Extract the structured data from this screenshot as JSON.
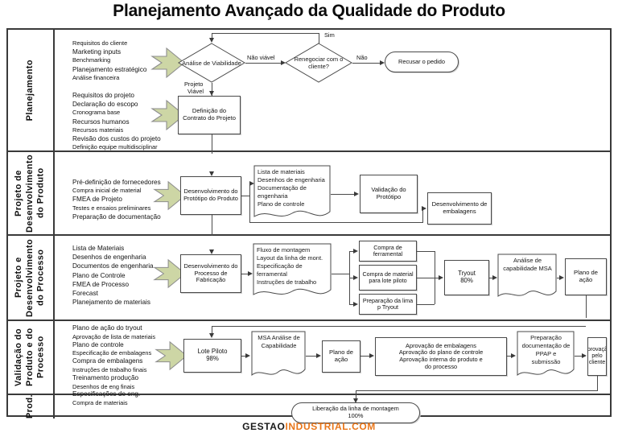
{
  "page": {
    "title": "Planejamento Avançado da Qualidade do Produto",
    "footer_logo_dark": "GESTAO",
    "footer_logo_accent": "INDUSTRIAL.COM",
    "accent_color": "#e8761a",
    "arrow_fill_color": "#cdd6a5",
    "frame_color": "#3a3a3a"
  },
  "lanes": [
    {
      "id": "planejamento",
      "label": "Planejamento"
    },
    {
      "id": "produto",
      "label": "Projeto de Desenvolvimento do Produto"
    },
    {
      "id": "processo",
      "label": "Projeto e Desenvolvimento do Processo"
    },
    {
      "id": "validacao",
      "label": "Validação do Produto e do Processo"
    },
    {
      "id": "producao",
      "label": "Prod."
    }
  ],
  "lane1": {
    "inputs_a": [
      "Requisitos do cliente",
      "Marketing inputs",
      "Benchmarking",
      "Planejamento estratégico",
      "Análise financeira"
    ],
    "inputs_b": [
      "Requisitos do projeto",
      "Declaração do escopo",
      "Cronograma base",
      "Recursos humanos",
      "Recursos materiais",
      "Revisão dos custos do projeto",
      "Definição equipe multidisciplinar"
    ],
    "decision_viabilidade": "Análise de Viabilidade",
    "decision_renegociar": "Renegociar com o cliente?",
    "terminator_recusar": "Recusar o pedido",
    "process_contrato": "Definição do Contrato do Projeto",
    "edge_nao_viavel": "Não viável",
    "edge_sim": "Sim",
    "edge_nao": "Não",
    "edge_projeto_viavel_l1": "Projeto",
    "edge_projeto_viavel_l2": "Viável"
  },
  "lane2": {
    "inputs": [
      "Pré-definição de fornecedores",
      "Compra inicial de material",
      "FMEA de Projeto",
      "Testes e ensaios preliminares",
      "Preparação de documentação"
    ],
    "process_desenvolvimento": "Desenvolvimento do Protótipo do Produto",
    "doc_saidas": [
      "Lista de materiais",
      "Desenhos de engenharia",
      "Documentação de",
      "engenharia",
      "Plano de controle"
    ],
    "process_validacao": "Validação do Protótipo",
    "process_embalagens": "Desenvolvimento de embalagens"
  },
  "lane3": {
    "inputs": [
      "Lista de Materiais",
      "Desenhos de engenharia",
      "Documentos de engenharia",
      "Plano de Controle",
      "FMEA de Processo",
      "Forecast",
      "Planejamento de materiais"
    ],
    "process_desenvolvimento": "Desenvolvimento do Processo de Fabricação",
    "doc_saidas": [
      "Fluxo de montagem",
      "Layout da linha de mont.",
      "Especificação de",
      "ferramental",
      "Instruções de trabalho"
    ],
    "process_compra_ferramental": "Compra de ferramental",
    "process_compra_material": "Compra de material para lote piloto",
    "process_preparacao_linha": "Preparação da lima p Tryout",
    "process_tryout_l1": "Tryout",
    "process_tryout_l2": "80%",
    "doc_capabilidade": "Análise de capabilidade MSA",
    "process_plano_acao": "Plano de ação"
  },
  "lane4": {
    "inputs": [
      "Plano de ação do tryout",
      "Aprovação de lista de materiais",
      "Plano de controle",
      "Especificação de embalagens",
      "Compra de embalagens",
      "Instruções de trabalho finais",
      "Treinamento produção",
      "Desenhos de eng finais",
      "Especificações de eng.",
      "Compra de materiais"
    ],
    "process_lote_l1": "Lote Piloto",
    "process_lote_l2": "98%",
    "doc_msa": "MSA Análise de Capabilidade",
    "process_plano_acao": "Plano de ação",
    "process_aprovacoes": [
      "Aprovação de embalagens",
      "Aprovação do plano de controle",
      "Aprovação interna do produto e",
      "do processo"
    ],
    "doc_ppap": "Preparação documentação de PPAP e submissão",
    "process_aprovacao_cliente_l1": "Aprovação",
    "process_aprovacao_cliente_l2": "pelo cliente"
  },
  "lane5": {
    "terminator_l1": "Liberação da linha de montagem",
    "terminator_l2": "100%"
  }
}
